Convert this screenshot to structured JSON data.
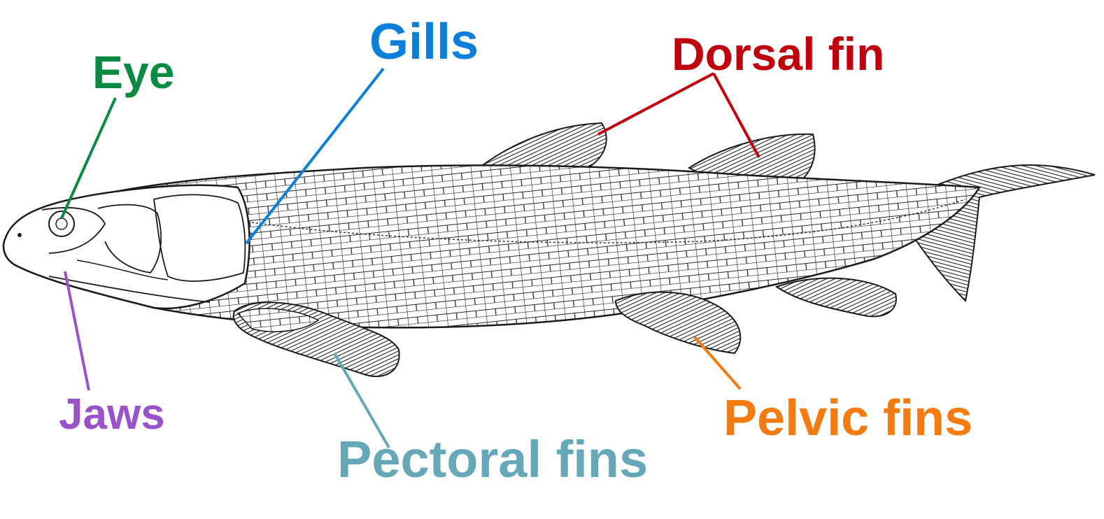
{
  "labels": {
    "eye": "Eye",
    "gills": "Gills",
    "dorsal_fin": "Dorsal fin",
    "jaws": "Jaws",
    "pectoral_fins": "Pectoral fins",
    "pelvic_fins": "Pelvic fins"
  },
  "colors": {
    "eye": "#0a8a43",
    "gills": "#0b7fd9",
    "dorsal_fin": "#c0000c",
    "jaws": "#9a52c8",
    "pectoral_fins": "#66a8b8",
    "pelvic_fins": "#f57a0f",
    "outline": "#1a1a1a"
  }
}
